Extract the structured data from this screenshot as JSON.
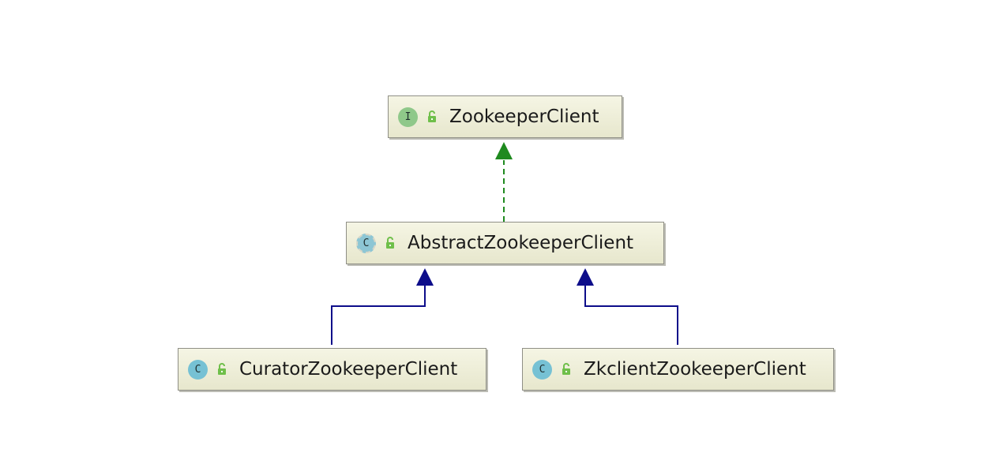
{
  "diagram": {
    "nodes": [
      {
        "id": "zookeeper-client",
        "kind": "interface",
        "badge": "I",
        "label": "ZookeeperClient"
      },
      {
        "id": "abstract-zookeeper-client",
        "kind": "abstract-class",
        "badge": "C",
        "label": "AbstractZookeeperClient"
      },
      {
        "id": "curator-zookeeper-client",
        "kind": "class",
        "badge": "C",
        "label": "CuratorZookeeperClient"
      },
      {
        "id": "zkclient-zookeeper-client",
        "kind": "class",
        "badge": "C",
        "label": "ZkclientZookeeperClient"
      }
    ],
    "edges": [
      {
        "from": "abstract-zookeeper-client",
        "to": "zookeeper-client",
        "type": "implements"
      },
      {
        "from": "curator-zookeeper-client",
        "to": "abstract-zookeeper-client",
        "type": "extends"
      },
      {
        "from": "zkclient-zookeeper-client",
        "to": "abstract-zookeeper-client",
        "type": "extends"
      }
    ],
    "colors": {
      "implements_edge": "#1f8a1f",
      "extends_edge": "#0d0d8a",
      "node_fill": "#efefda",
      "interface_badge": "#8fc88a",
      "class_badge": "#76c1d4",
      "visibility_lock": "#6fbf4a"
    },
    "icons": {
      "visibility": "public-lock-icon"
    }
  }
}
